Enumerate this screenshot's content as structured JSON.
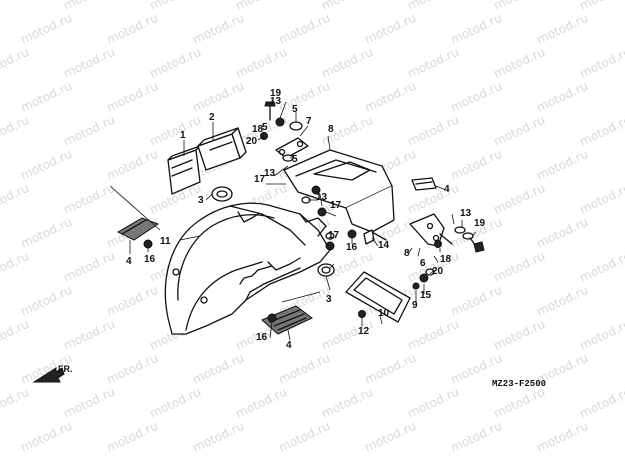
{
  "diagram": {
    "watermark_text": "motod.ru",
    "figure_code": "MZ23-F2500",
    "direction_label": "FR.",
    "callouts": [
      "1",
      "2",
      "3",
      "3",
      "4",
      "4",
      "4",
      "5",
      "5",
      "5",
      "6",
      "7",
      "8",
      "8",
      "9",
      "10",
      "11",
      "12",
      "13",
      "13",
      "13",
      "13",
      "14",
      "15",
      "16",
      "16",
      "16",
      "17",
      "17",
      "17",
      "18",
      "18",
      "19",
      "19",
      "20",
      "20"
    ]
  },
  "colors": {
    "line": "#111111",
    "background": "#ffffff",
    "watermark": "#d8d8d8"
  }
}
